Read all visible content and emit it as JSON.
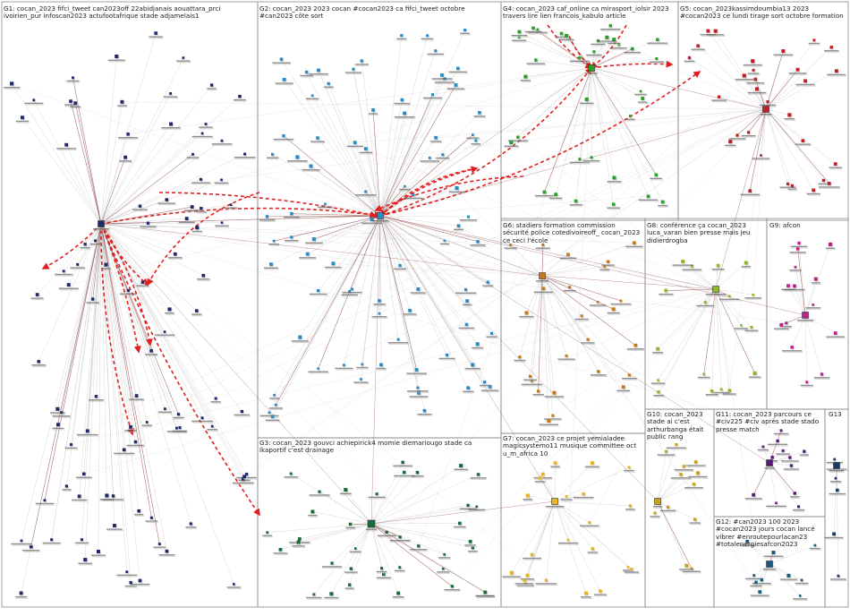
{
  "groups": [
    {
      "id": "G1",
      "label": "G1: cocan_2023 fifci_tweet can2023off 22abidjanais aouattara_prci ivoirien_pur infoscan2023 actufootafrique stade adjamelais1",
      "color": "#1f2a6b"
    },
    {
      "id": "G2",
      "label": "G2: cocan_2023 2023 cocan #cocan2023 ca fifci_tweet octobre #can2023 côte sort",
      "color": "#2b8cc4"
    },
    {
      "id": "G3",
      "label": "G3: cocan_2023 gouvci achiepirick4 momie diemariougo stade ca lkaportif c'est drainage",
      "color": "#1a6b3a"
    },
    {
      "id": "G4",
      "label": "G4: cocan_2023 caf_online ca mirasport_iolsir 2023 travers lire lien francois_kabulo article",
      "color": "#2aa12a"
    },
    {
      "id": "G5",
      "label": "G5: cocan_2023kassimdoumbia13 2023 #cocan2023 ce lundi tirage sort octobre formation",
      "color": "#c0202a"
    },
    {
      "id": "G6",
      "label": "G6: stadiers formation commission sécurité police cotedivoireoff_ cocan_2023 ce ceci l'école",
      "color": "#c8781a"
    },
    {
      "id": "G7",
      "label": "G7: cocan_2023 ce projet yemialadee magicsystemo11 musique committee oct u_m_africa 10",
      "color": "#e8b520"
    },
    {
      "id": "G8",
      "label": "G8: conférence ça cocan_2023 luca_varan bien presse mais jeu didierdrogba",
      "color": "#8db82a"
    },
    {
      "id": "G9",
      "label": "G9: afcon",
      "color": "#c0208a"
    },
    {
      "id": "G10",
      "label": "G10: cocan_2023 stade ai c'est arthurbanga était public rang",
      "color": "#c8a21a"
    },
    {
      "id": "G11",
      "label": "G11: cocan_2023 parcours ce #civ225 #civ après stade stado presse match",
      "color": "#5a1a7a"
    },
    {
      "id": "G12",
      "label": "G12: #can2023 100 2023 #cocan2023 jours cocan lancé vibrer #enroutepourlacan23 #totalenergiesafcon2023",
      "color": "#1a5a7a"
    },
    {
      "id": "G13",
      "label": "G13",
      "color": "#1a3a6a"
    }
  ],
  "edge_colors": {
    "normal": "#999999",
    "reciprocal": "#8b3a3a",
    "highlight": "#e02020"
  }
}
